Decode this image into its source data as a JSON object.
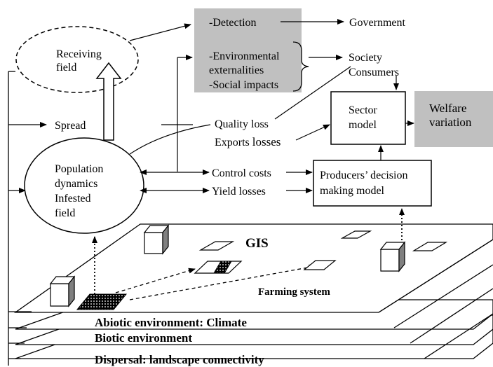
{
  "receiving_field": [
    "Receiving",
    "field"
  ],
  "infested_field": [
    "Population",
    "dynamics",
    "Infested",
    "field"
  ],
  "spread": "Spread",
  "detection": "-Detection",
  "government": "Government",
  "externalities": [
    "-Environmental",
    "externalities",
    "-Social impacts"
  ],
  "society": "Society",
  "consumers": "Consumers",
  "quality_loss": "Quality loss",
  "exports_losses_prefix": "Exports ",
  "exports_losses_word": "losses",
  "control_costs": "Control costs",
  "yield_losses": "Yield losses",
  "sector_model": [
    "Sector",
    "model"
  ],
  "welfare": [
    "Welfare",
    "variation"
  ],
  "producers_model": [
    "Producers’ decision",
    "making model"
  ],
  "gis": "GIS",
  "farming_system": "Farming system",
  "layers": [
    "Abiotic environment: Climate",
    "Biotic environment",
    "Dispersal: landscape connectivity"
  ],
  "colors": {
    "grey_box": "#c0c0c0",
    "line": "#000000"
  }
}
